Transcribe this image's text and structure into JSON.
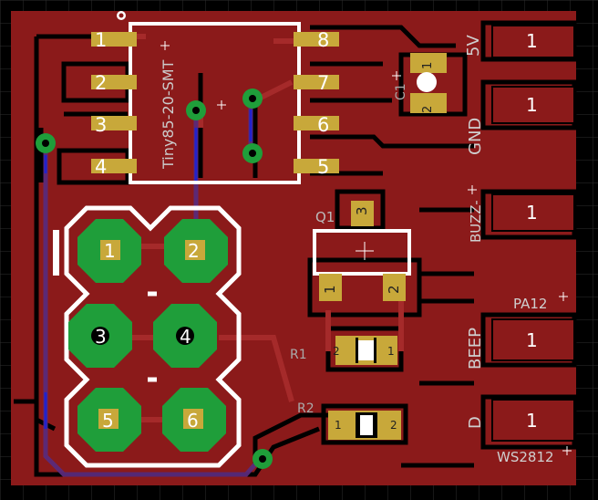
{
  "ic": {
    "name": "Tiny85-20-SMT",
    "left_pins": [
      "1",
      "2",
      "3",
      "4"
    ],
    "right_pins": [
      "8",
      "7",
      "6",
      "5"
    ]
  },
  "header": {
    "pins": [
      "1",
      "2",
      "3",
      "4",
      "5",
      "6"
    ]
  },
  "connectors": [
    {
      "label": "5V",
      "pad": "1"
    },
    {
      "label": "GND",
      "pad": "1"
    },
    {
      "label": "BUZZ-",
      "pad": "1"
    },
    {
      "label": "BEEP",
      "pad": "1"
    },
    {
      "label": "D",
      "pad": "1"
    }
  ],
  "parts": {
    "c1": {
      "name": "C1",
      "pad1": "1",
      "pad2": "2"
    },
    "q1": {
      "name": "Q1",
      "pad1": "1",
      "pad2": "2",
      "pad3": "3"
    },
    "r1": {
      "name": "R1",
      "pad1": "1",
      "pad2": "2"
    },
    "r2": {
      "name": "R2",
      "pad1": "1",
      "pad2": "2"
    }
  },
  "labels": {
    "pa12": "PA12",
    "ws2812": "WS2812"
  },
  "colors": {
    "background": "#000000",
    "copper_top": "#8b1a1a",
    "copper_trace": "#a52a2a",
    "bottom_trace": "#5a2a7a",
    "smd_pad": "#c8a83a",
    "thru_pad": "#1f9e3a",
    "silkscreen": "#ffffff",
    "grid": "#3a3a3a"
  }
}
